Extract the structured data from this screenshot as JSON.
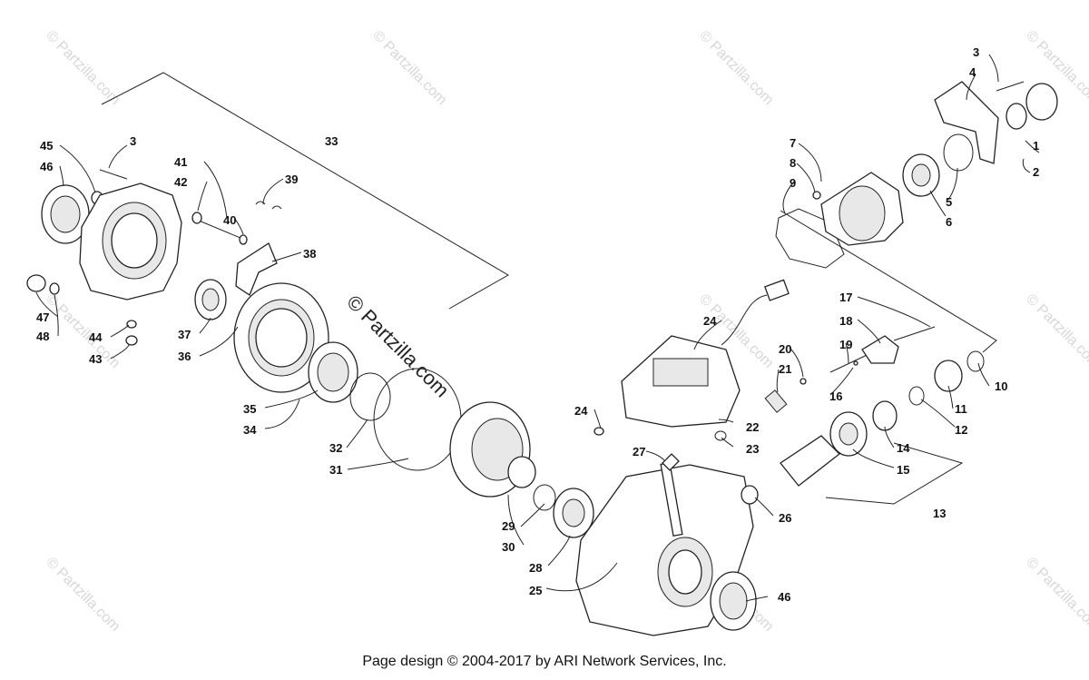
{
  "footer": "Page design © 2004-2017 by ARI Network Services, Inc.",
  "center_watermark": "© Partzilla.com",
  "corner_watermark": "© Partzilla.com",
  "labels": {
    "l1": "1",
    "l2": "2",
    "l3a": "3",
    "l3b": "3",
    "l4": "4",
    "l5": "5",
    "l6": "6",
    "l7": "7",
    "l8": "8",
    "l9": "9",
    "l10": "10",
    "l11": "11",
    "l12": "12",
    "l13": "13",
    "l14": "14",
    "l15": "15",
    "l16": "16",
    "l17": "17",
    "l18": "18",
    "l19": "19",
    "l20": "20",
    "l21": "21",
    "l22": "22",
    "l23": "23",
    "l24a": "24",
    "l24b": "24",
    "l25": "25",
    "l26": "26",
    "l27": "27",
    "l28": "28",
    "l29": "29",
    "l30": "30",
    "l31": "31",
    "l32": "32",
    "l33": "33",
    "l34": "34",
    "l35": "35",
    "l36": "36",
    "l37": "37",
    "l38": "38",
    "l39": "39",
    "l40": "40",
    "l41": "41",
    "l42": "42",
    "l43": "43",
    "l44": "44",
    "l45": "45",
    "l46a": "46",
    "l46b": "46",
    "l47": "47",
    "l48": "48"
  }
}
